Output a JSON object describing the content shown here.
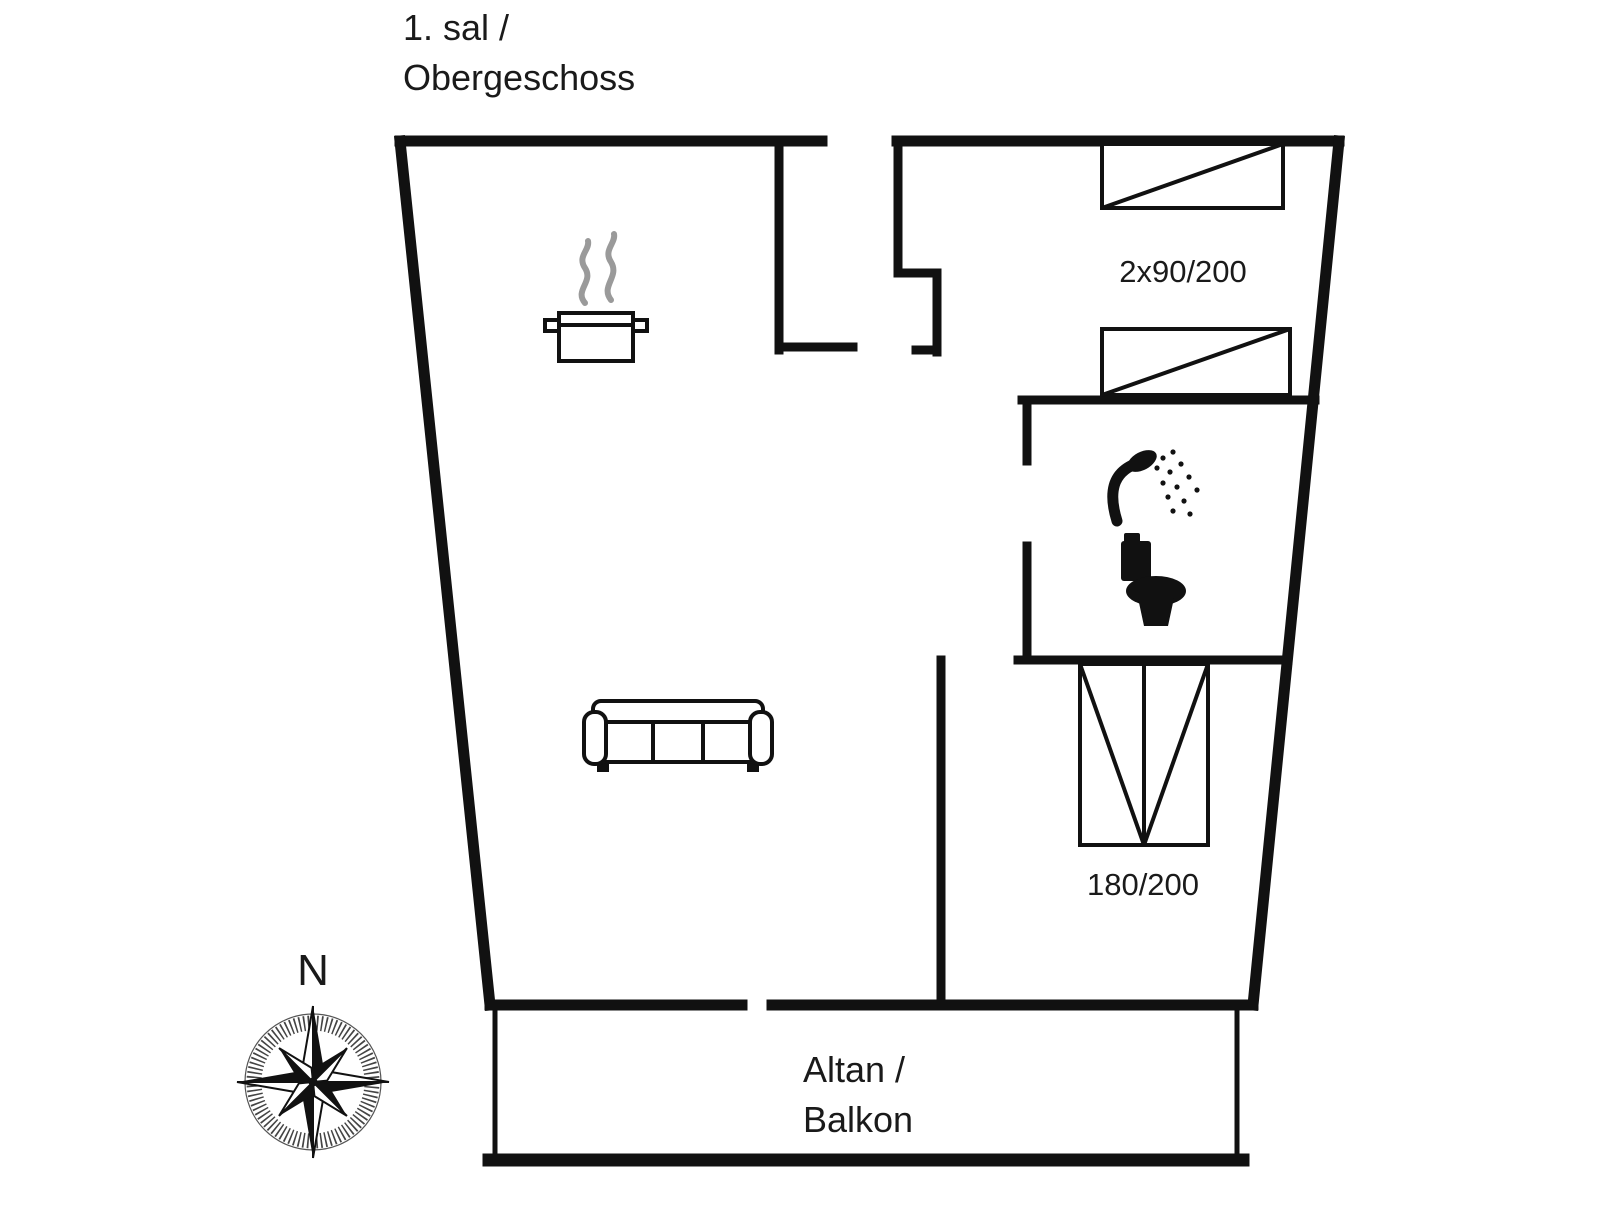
{
  "page": {
    "background": "#ffffff"
  },
  "plan": {
    "title_line1": "1. sal /",
    "title_line2": "Obergeschoss",
    "rooms": {
      "bedroom_beds_label": "2x90/200",
      "bedroom_wardrobe_label": "180/200",
      "balcony_label_line1": "Altan /",
      "balcony_label_line2": "Balkon"
    },
    "compass": {
      "north_label": "N"
    },
    "colors": {
      "wall": "#111111",
      "text": "#1a1a1a",
      "steam_gray": "#9a9a9a",
      "background": "#ffffff"
    },
    "icons": [
      "pot-steam-icon",
      "sofa-icon",
      "shower-icon",
      "toilet-icon",
      "bed-icon",
      "wardrobe-icon",
      "compass-rose-icon"
    ]
  }
}
